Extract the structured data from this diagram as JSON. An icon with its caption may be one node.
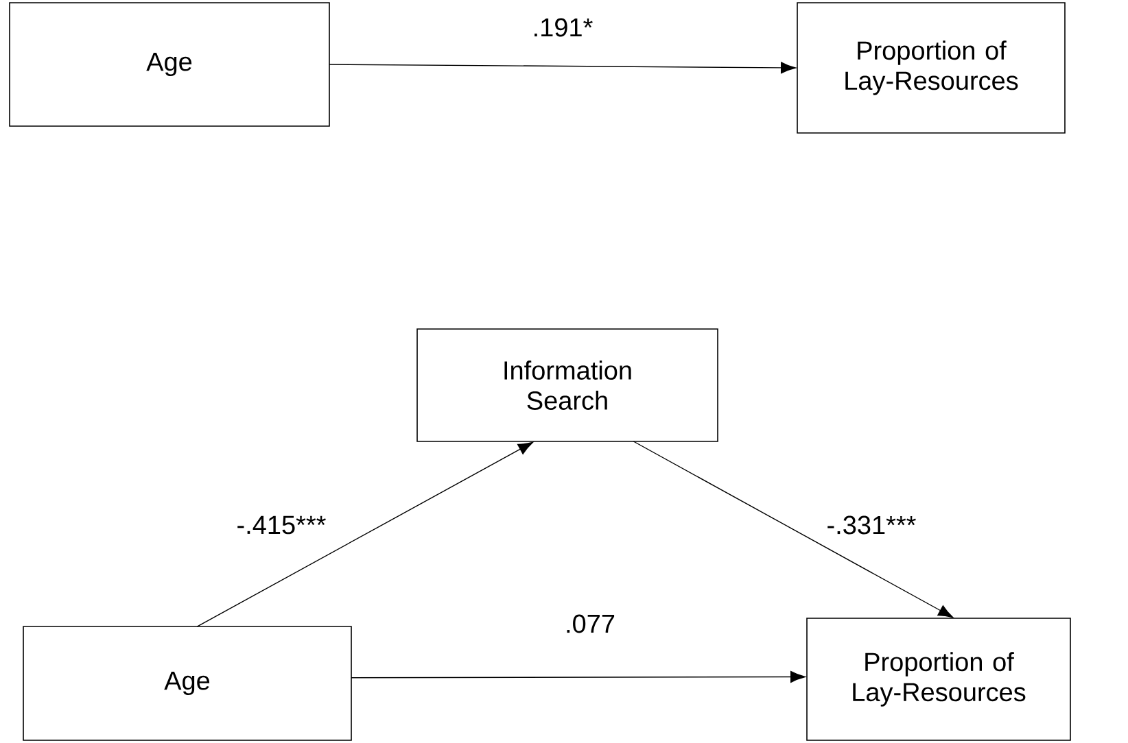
{
  "diagram": {
    "nodes": [
      {
        "text": [
          "Age"
        ]
      },
      {
        "text": [
          "Proportion of Lay-Resources"
        ]
      },
      {
        "text": [
          "Information Search"
        ]
      },
      {
        "text": [
          "Age"
        ]
      },
      {
        "text": [
          "Proportion of Lay-Resources"
        ]
      }
    ],
    "edges": [
      {
        "from": 0,
        "to": 1,
        "arrow": "to",
        "label": ".191*"
      },
      {
        "from": 3,
        "to": 2,
        "arrow": "to",
        "label": "-.415***"
      },
      {
        "from": 2,
        "to": 4,
        "arrow": "to",
        "label": "-.331***"
      },
      {
        "from": 3,
        "to": 4,
        "arrow": "to",
        "label": ".077"
      }
    ]
  }
}
